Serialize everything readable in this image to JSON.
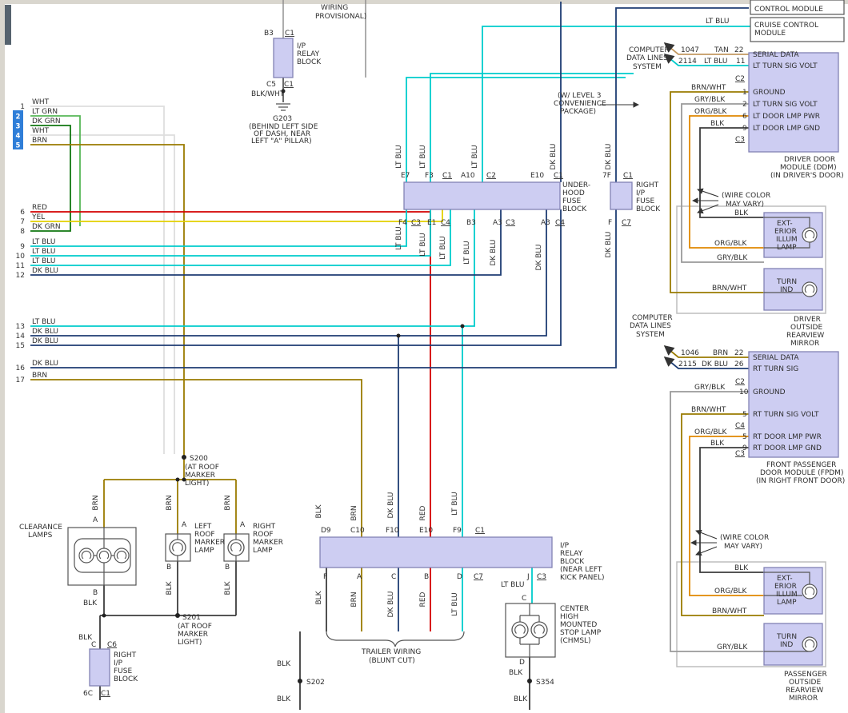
{
  "palette": {
    "lt_blu": "#00cccc",
    "dk_blu": "#1e3d73",
    "red": "#d40000",
    "yel": "#e3d100",
    "brn": "#9a7b00",
    "org_blk": "#e08800",
    "gry_blk": "#9a9a9a",
    "blk": "#3c3c3c",
    "wht": "#dedede",
    "lt_grn": "#58b858",
    "dk_grn": "#117711",
    "tan": "#c49a62",
    "block_fill": "#cdcdf2",
    "block_stroke": "#8282b4",
    "select_blue": "#2f7ed8"
  },
  "wire_colors": {
    "wht": "WHT",
    "lt_grn": "LT GRN",
    "dk_grn": "DK GRN",
    "brn": "BRN",
    "red": "RED",
    "yel": "YEL",
    "lt_blu": "LT BLU",
    "dk_blu": "DK BLU",
    "blk": "BLK",
    "brn_wht": "BRN/WHT",
    "gry_blk": "GRY/BLK",
    "org_blk": "ORG/BLK",
    "blk_wht": "BLK/WHT",
    "tan": "TAN"
  },
  "top_note": {
    "l1": "WIRING",
    "l2": "PROVISIONAL)"
  },
  "left_wires": [
    {
      "n": "1",
      "color": "WHT"
    },
    {
      "n": "2",
      "color": "LT GRN"
    },
    {
      "n": "3",
      "color": "DK GRN"
    },
    {
      "n": "4",
      "color": "WHT"
    },
    {
      "n": "5",
      "color": "BRN"
    },
    {
      "n": "6",
      "color": "RED"
    },
    {
      "n": "7",
      "color": "YEL"
    },
    {
      "n": "8",
      "color": "DK GRN"
    },
    {
      "n": "9",
      "color": "LT BLU"
    },
    {
      "n": "10",
      "color": "LT BLU"
    },
    {
      "n": "11",
      "color": "LT BLU"
    },
    {
      "n": "12",
      "color": "DK BLU"
    },
    {
      "n": "13",
      "color": "LT BLU"
    },
    {
      "n": "14",
      "color": "DK BLU"
    },
    {
      "n": "15",
      "color": "DK BLU"
    },
    {
      "n": "16",
      "color": "DK BLU"
    },
    {
      "n": "17",
      "color": "BRN"
    }
  ],
  "ip_relay_top": {
    "b3": "B3",
    "c1_top": "C1",
    "title": [
      "I/P",
      "RELAY",
      "BLOCK"
    ],
    "c5": "C5",
    "c1_bot": "C1",
    "wire": "BLK/WHT",
    "ground_id": "G203",
    "ground_loc": [
      "(BEHIND LEFT SIDE",
      "OF DASH, NEAR",
      "LEFT \"A\" PILLAR)"
    ]
  },
  "top_right": {
    "control": "CONTROL MODULE",
    "cruise": [
      "CRUISE CONTROL",
      "MODULE"
    ],
    "wire": "LT BLU"
  },
  "cdl": [
    "COMPUTER",
    "DATA LINES",
    "SYSTEM"
  ],
  "level3": [
    "(W/ LEVEL 3",
    "CONVENIENCE",
    "PACKAGE)"
  ],
  "wcv": [
    "(WIRE COLOR",
    "MAY VARY)"
  ],
  "ddm": {
    "circ1": {
      "num": "1047",
      "color": "TAN",
      "pin": "22"
    },
    "circ2": {
      "num": "2114",
      "color": "LT BLU",
      "pin": "11"
    },
    "conn_c2": "C2",
    "conn_c3": "C3",
    "rows": [
      "SERIAL DATA",
      "LT TURN SIG VOLT",
      "GROUND",
      "LT TURN SIG VOLT",
      "LT DOOR LMP PWR",
      "LT DOOR LMP GND"
    ],
    "pin_rows": [
      {
        "wire": "BRN/WHT",
        "pin": "1"
      },
      {
        "wire": "GRY/BLK",
        "pin": "2"
      },
      {
        "wire": "ORG/BLK",
        "pin": "6"
      },
      {
        "wire": "BLK",
        "pin": "9"
      }
    ],
    "caption": [
      "DRIVER DOOR",
      "MODULE (DDM)",
      "(IN DRIVER'S DOOR)"
    ]
  },
  "fpdm": {
    "circ1": {
      "num": "1046",
      "color": "BRN",
      "pin": "22"
    },
    "circ2": {
      "num": "2115",
      "color": "DK BLU",
      "pin": "26"
    },
    "conn_c2": "C2",
    "conn_c4": "C4",
    "conn_c3": "C3",
    "rows": [
      "SERIAL DATA",
      "RT TURN SIG",
      "GROUND",
      "RT TURN SIG VOLT",
      "RT DOOR LMP PWR",
      "RT DOOR LMP GND"
    ],
    "pin_rows": [
      {
        "wire": "GRY/BLK",
        "pin": "10"
      },
      {
        "wire": "BRN/WHT",
        "pin": "5"
      },
      {
        "wire": "ORG/BLK",
        "pin": "5"
      },
      {
        "wire": "BLK",
        "pin": "9"
      }
    ],
    "caption": [
      "FRONT PASSENGER",
      "DOOR MODULE (FPDM)",
      "(IN RIGHT FRONT DOOR)"
    ]
  },
  "mirrors": {
    "ext": [
      "EXT-",
      "ERIOR",
      "ILLUM",
      "LAMP"
    ],
    "turn": [
      "TURN",
      "IND"
    ],
    "driver_caption": [
      "DRIVER",
      "OUTSIDE",
      "REARVIEW",
      "MIRROR"
    ],
    "passenger_caption": [
      "PASSENGER",
      "OUTSIDE",
      "REARVIEW",
      "MIRROR"
    ],
    "driver_wires": {
      "blk": "BLK",
      "org": "ORG/BLK",
      "gry": "GRY/BLK",
      "brnwht": "BRN/WHT"
    },
    "passenger_wires": {
      "blk": "BLK",
      "org": "ORG/BLK",
      "brnwht": "BRN/WHT",
      "gry": "GRY/BLK"
    }
  },
  "underhood": {
    "title": [
      "UNDER-",
      "HOOD",
      "FUSE",
      "BLOCK"
    ],
    "top": [
      "E7",
      "F3",
      "C1",
      "A10",
      "C2",
      "E10",
      "C1"
    ],
    "bottom": [
      "F4",
      "C3",
      "E1",
      "C4",
      "B3",
      "A3",
      "C3",
      "A3",
      "C4"
    ]
  },
  "right_ip": {
    "title": [
      "RIGHT",
      "I/P",
      "FUSE",
      "BLOCK"
    ],
    "top": [
      "7F",
      "C1"
    ],
    "bottom": [
      "F",
      "C7"
    ]
  },
  "relay": {
    "title": [
      "I/P",
      "RELAY",
      "BLOCK",
      "(NEAR LEFT",
      "KICK PANEL)"
    ],
    "top": [
      "D9",
      "C10",
      "F10",
      "E10",
      "F9",
      "C1"
    ],
    "bottom": [
      "F",
      "A",
      "C",
      "B",
      "D",
      "C7",
      "J",
      "C3"
    ]
  },
  "trailer": [
    "TRAILER WIRING",
    "(BLUNT CUT)"
  ],
  "chmsl": {
    "caption": [
      "CENTER",
      "HIGH",
      "MOUNTED",
      "STOP LAMP",
      "(CHMSL)"
    ],
    "term_c": "C",
    "term_d": "D",
    "wire_top": "LT BLU",
    "splice": "S354"
  },
  "splices": {
    "s200": "S200",
    "s201": "S201",
    "s202": "S202",
    "roof_loc": [
      "(AT ROOF",
      "MARKER",
      "LIGHT)"
    ]
  },
  "clearance": {
    "caption": [
      "CLEARANCE",
      "LAMPS"
    ],
    "a": "A",
    "b": "B"
  },
  "marker_left": [
    "LEFT",
    "ROOF",
    "MARKER",
    "LAMP"
  ],
  "marker_right": [
    "RIGHT",
    "ROOF",
    "MARKER",
    "LAMP"
  ],
  "marker_terms": {
    "a": "A",
    "b": "B"
  },
  "bottom_ip": {
    "title": [
      "RIGHT",
      "I/P",
      "FUSE",
      "BLOCK"
    ],
    "c": "C",
    "c6": "C6",
    "b6c": "6C",
    "c1": "C1"
  }
}
